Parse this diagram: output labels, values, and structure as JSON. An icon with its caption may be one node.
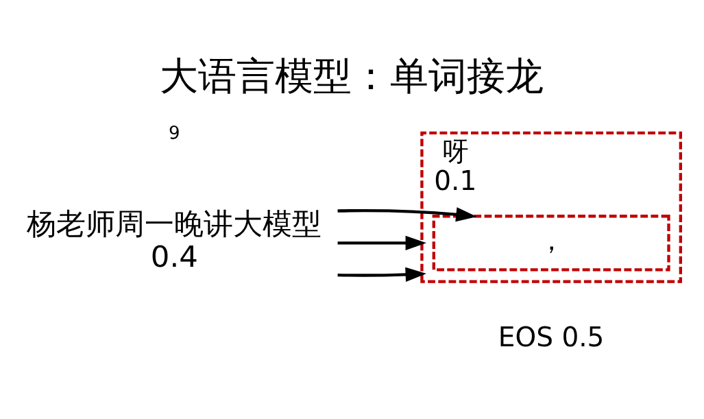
{
  "diagram": {
    "title": "大语言模型：单词接龙",
    "nodes": [
      {
        "text": [
          "杨老师周一晚讲大模型",
          "0.4"
        ]
      },
      {
        "text": [
          "呀",
          "0.1"
        ],
        "beside": [
          "EOS 0.5"
        ]
      },
      {
        "text": [
          "，"
        ],
        "in": 1
      }
    ],
    "edges": [
      {
        "from": 0,
        "to": 1,
        "arrow": "to"
      },
      {
        "from": 0,
        "to": 1,
        "arrow": "to"
      },
      {
        "from": 0,
        "to": 2,
        "arrow": "to"
      }
    ],
    "labels": [
      "9"
    ]
  }
}
